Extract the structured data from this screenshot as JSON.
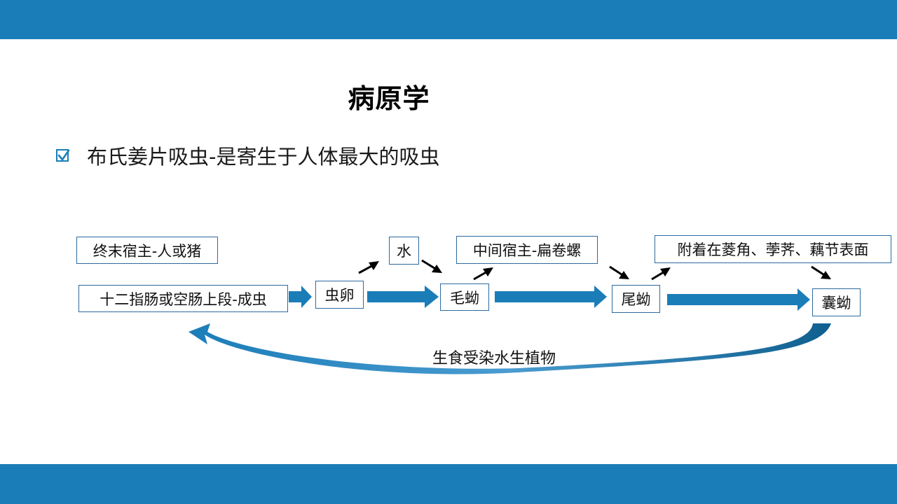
{
  "slide": {
    "title": "病原学",
    "bullet": "布氏姜片吸虫-是寄生于人体最大的吸虫"
  },
  "diagram": {
    "definitive_host": "终末宿主-人或猪",
    "adult_location": "十二指肠或空肠上段-成虫",
    "egg": "虫卵",
    "water": "水",
    "miracidium": "毛蚴",
    "intermediate_host": "中间宿主-扁卷螺",
    "cercaria": "尾蚴",
    "attachment": "附着在菱角、荸荠、藕节表面",
    "metacercaria": "囊蚴",
    "infection_route": "生食受染水生植物"
  },
  "colors": {
    "band": "#1b7db8",
    "arrow_blue": "#1b7db8",
    "box_border": "#2c6aa0"
  }
}
